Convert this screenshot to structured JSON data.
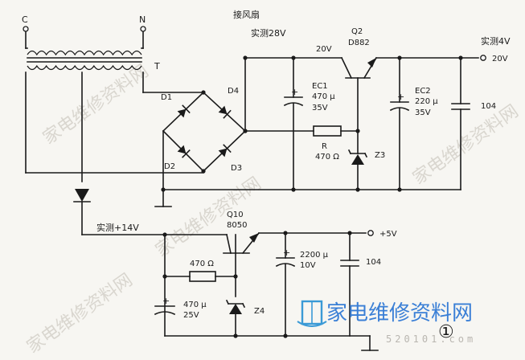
{
  "terminals": {
    "c": "C",
    "n": "N",
    "t": "T"
  },
  "components": {
    "d1": "D1",
    "d2": "D2",
    "d3": "D3",
    "d4": "D4",
    "ec1": [
      "EC1",
      "470 μ",
      "35V"
    ],
    "ec2": [
      "EC2",
      "220 μ",
      "35V"
    ],
    "cap104_top": "104",
    "cap104_bottom": "104",
    "r": [
      "R",
      "470 Ω"
    ],
    "z3": "Z3",
    "q2": [
      "Q2",
      "D882"
    ],
    "q10": [
      "Q10",
      "8050"
    ],
    "r470": "470 Ω",
    "c470": [
      "470 μ",
      "25V"
    ],
    "z4": "Z4",
    "c2200": [
      "2200 μ",
      "10V"
    ]
  },
  "annotations": {
    "fan": "接风扇",
    "meas28": "实测28V",
    "v20": "20V",
    "meas4": "实测4V",
    "v20_out": "20V",
    "meas14": "实测+14V",
    "v5": "+5V",
    "circle1": "①"
  },
  "watermark": {
    "brand": "家电维修资料网",
    "url": "520101.com",
    "faint": "家电维修资料网"
  }
}
